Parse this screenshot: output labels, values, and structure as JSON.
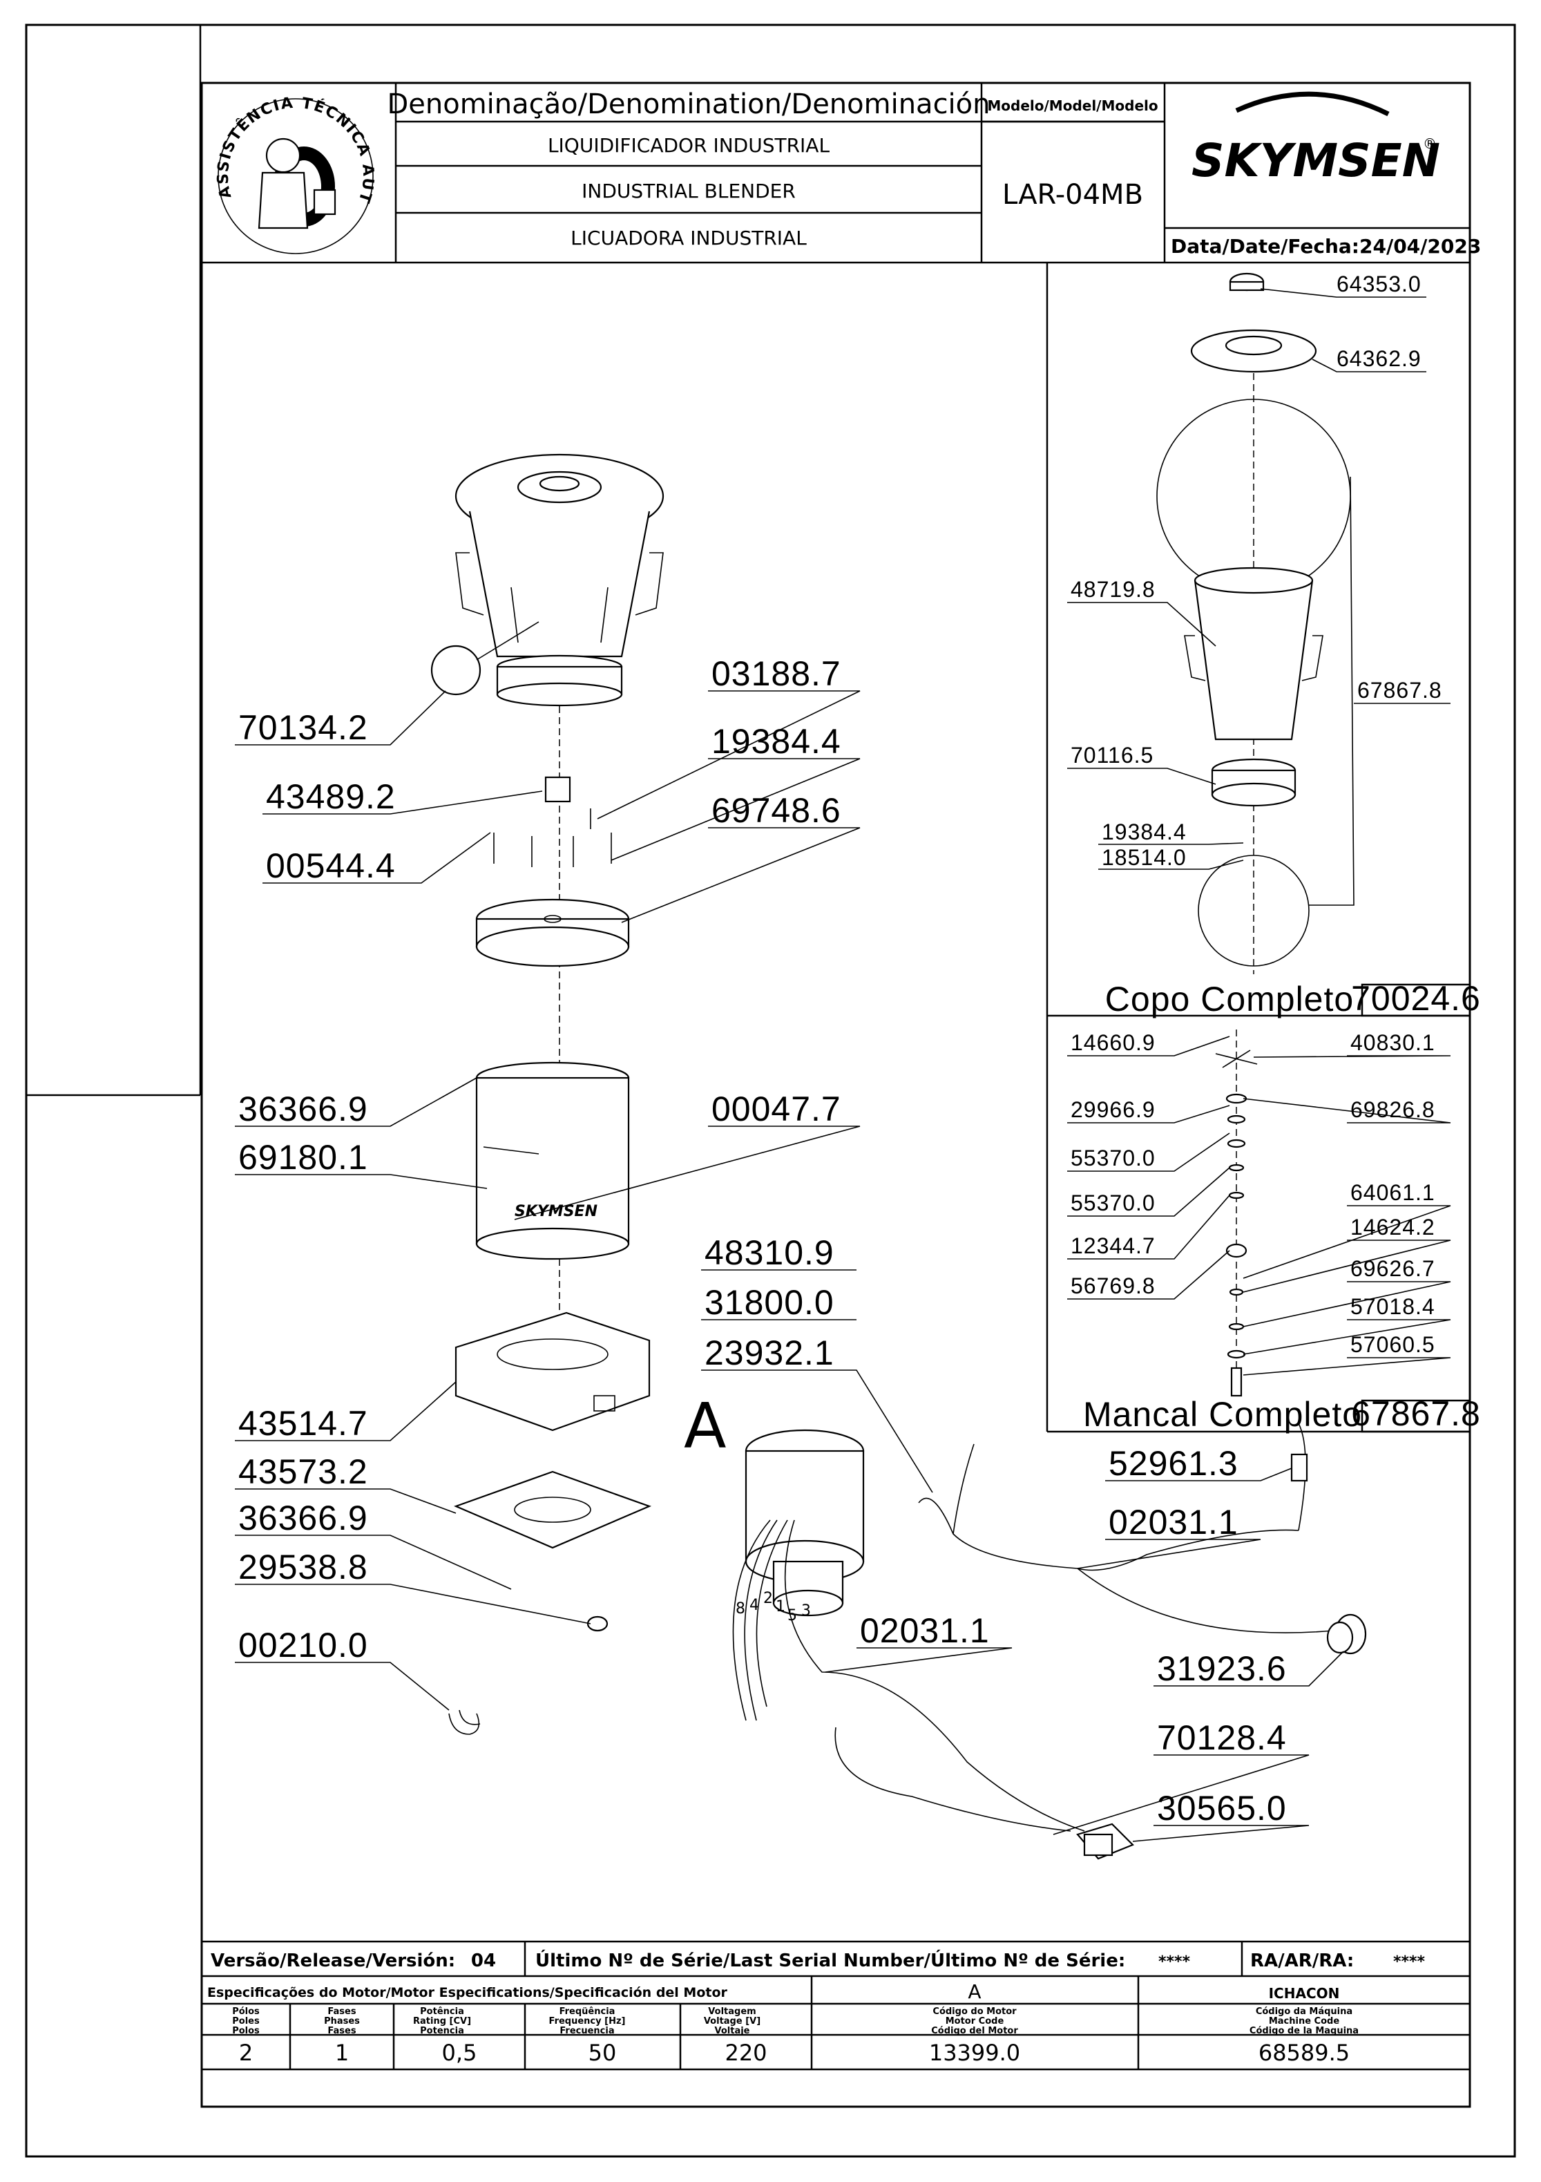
{
  "header": {
    "denomination_title": "Denominação/Denomination/Denominación",
    "name_pt": "LIQUIDIFICADOR INDUSTRIAL",
    "name_en": "INDUSTRIAL BLENDER",
    "name_es": "LICUADORA INDUSTRIAL",
    "model_title": "Modelo/Model/Modelo",
    "model": "LAR-04MB",
    "brand": "SKYMSEN",
    "registered": "®",
    "date_label": "Data/Date/Fecha:",
    "date": "24/04/2023",
    "seal_text": "ASSISTÊNCIA TÉCNICA AUTORIZADA"
  },
  "diagram": {
    "section_label": "A",
    "body_logo": "SKYMSEN",
    "wire_numbers": [
      "8",
      "4",
      "2",
      "1",
      "5",
      "3"
    ],
    "labels_left": [
      "70134.2",
      "43489.2",
      "00544.4",
      "03188.7",
      "19384.4",
      "69748.6",
      "36366.9",
      "69180.1",
      "00047.7",
      "43514.7",
      "43573.2",
      "36366.9",
      "29538.8",
      "00210.0",
      "48310.9",
      "31800.0",
      "23932.1",
      "52961.3",
      "02031.1",
      "02031.1",
      "31923.6",
      "70128.4",
      "30565.0"
    ]
  },
  "copo": {
    "parts": [
      "64353.0",
      "64362.9",
      "48719.8",
      "67867.8",
      "70116.5",
      "19384.4",
      "18514.0"
    ],
    "title": "Copo Completo",
    "code": "70024.6"
  },
  "mancal": {
    "parts": [
      "14660.9",
      "40830.1",
      "29966.9",
      "69826.8",
      "55370.0",
      "55370.0",
      "64061.1",
      "12344.7",
      "14624.2",
      "56769.8",
      "69626.7",
      "57018.4",
      "57060.5"
    ],
    "title": "Mancal Completo",
    "code": "67867.8"
  },
  "footer": {
    "version_label": "Versão/Release/Versión:",
    "version": "04",
    "serial_label": "Último Nº de Série/Last Serial Number/Último Nº de Série:",
    "serial": "****",
    "ra_label": "RA/AR/RA:",
    "ra": "****",
    "motor_spec_label": "Especificações do Motor/Motor Especifications/Specificación del Motor",
    "motor_group": "A",
    "owner": "ICHACON",
    "col_poles": [
      "Pólos",
      "Poles",
      "Polos"
    ],
    "col_phases": [
      "Fases",
      "Phases",
      "Fases"
    ],
    "col_power": [
      "Potência",
      "Rating [CV]",
      "Potencia"
    ],
    "col_freq": [
      "Freqüência",
      "Frequency [Hz]",
      "Frecuencia"
    ],
    "col_volt": [
      "Voltagem",
      "Voltage [V]",
      "Voltaje"
    ],
    "col_motor_code": [
      "Código do Motor",
      "Motor Code",
      "Código del Motor"
    ],
    "col_machine_code": [
      "Código da Máquina",
      "Machine Code",
      "Código de la Maquina"
    ],
    "poles": "2",
    "phases": "1",
    "power": "0,5",
    "frequency": "50",
    "voltage": "220",
    "motor_code": "13399.0",
    "machine_code": "68589.5"
  }
}
